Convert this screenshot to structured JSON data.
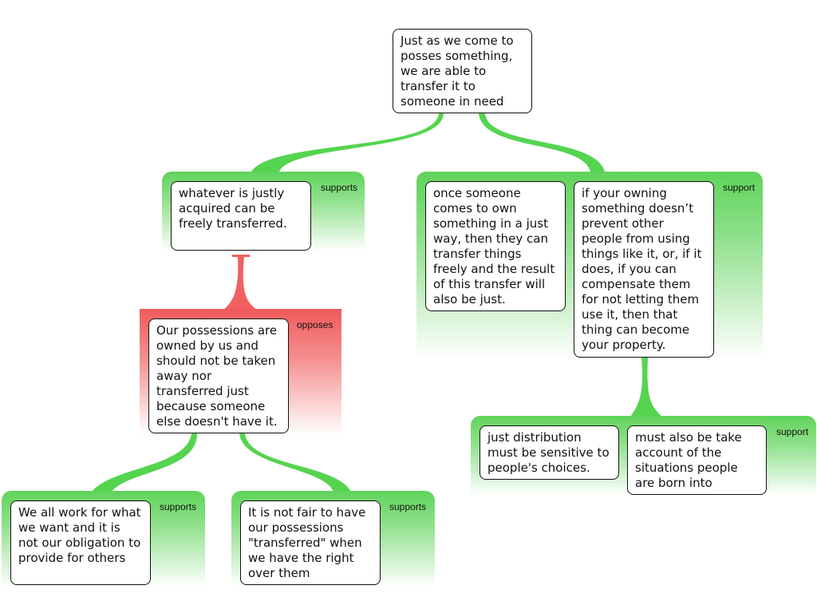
{
  "claims": {
    "root": "Just as we come to posses something, we are able to transfer it to someone in need",
    "c1": "whatever is justly acquired can be freely transferred.",
    "c2": "once someone comes to own something in a just way, then they can transfer things freely and the result of this transfer will also be just.",
    "c3": "if your owning something doesn’t prevent other people from using things like it, or, if it does, if you can compensate them for not letting them use it, then that thing can become your property.",
    "c4": "Our possessions are owned by us and should not be taken away nor transferred just because someone else doesn't have it.",
    "c5": "just distribution must be sensitive to people's choices.",
    "c6": "must also be take account of the situations people are born into",
    "c7": "We all work for what we want and it is not our obligation to provide for others",
    "c8": "It is not fair to have our possessions \"transferred\" when we have the right over them"
  },
  "labels": {
    "g1": "supports",
    "g2": "support",
    "g3": "opposes",
    "g4": "support",
    "g5": "supports",
    "g6": "supports"
  },
  "colors": {
    "support": "#55d44f",
    "oppose": "#f06060",
    "node_border": "#111111",
    "node_fill": "#ffffff"
  }
}
